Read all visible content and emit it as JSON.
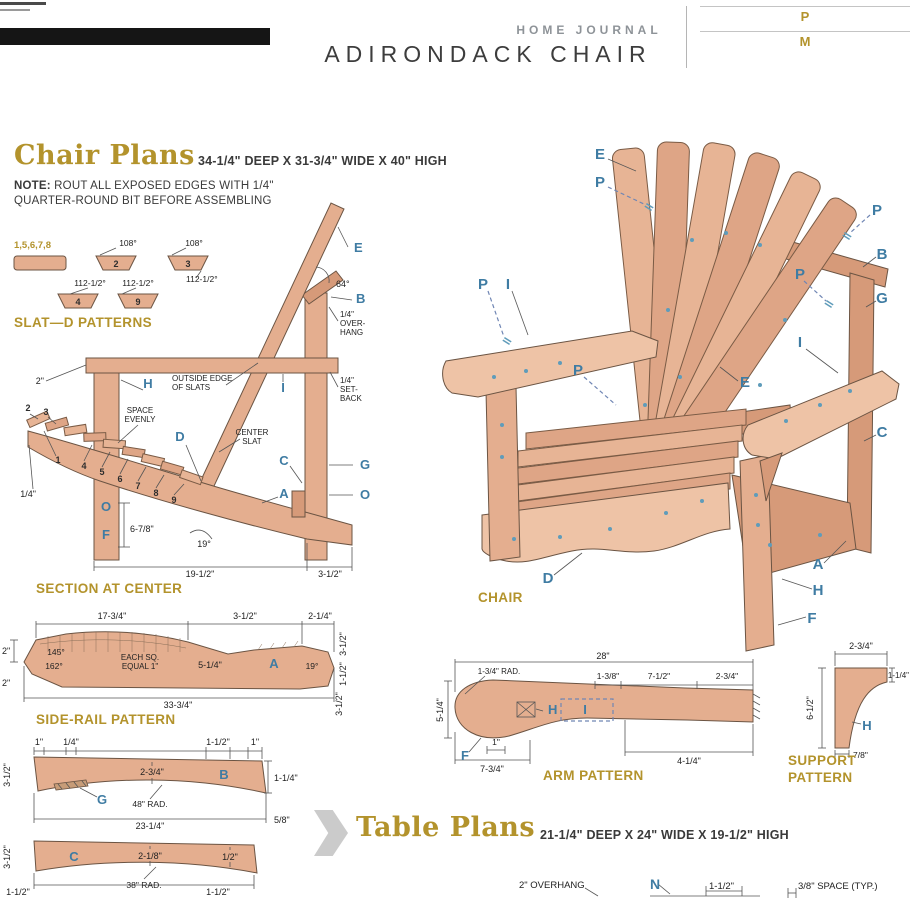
{
  "colors": {
    "accent_gold": "#b3932c",
    "callout_blue": "#3f7ca3",
    "wood_light": "#eec3a6",
    "wood_mid": "#e4ae8f",
    "wood_dark": "#d69a79",
    "ink": "#2d2d2d"
  },
  "header": {
    "brand": "HOME JOURNAL",
    "title": "ADIRONDACK CHAIR",
    "marker_p": "P",
    "marker_m": "M"
  },
  "chair_plans": {
    "title": "Chair Plans",
    "dimensions": "34-1/4\" DEEP X 31-3/4\" WIDE X 40\" HIGH",
    "note_label": "NOTE:",
    "note_rest": " ROUT ALL EXPOSED EDGES WITH 1/4\"",
    "note_line2": "QUARTER-ROUND BIT BEFORE ASSEMBLING"
  },
  "slat_patterns": {
    "label": "SLAT—D PATTERNS",
    "group": "1,5,6,7,8",
    "n2": "2",
    "n3": "3",
    "n4": "4",
    "n9": "9",
    "a108a": "108°",
    "a108b": "108°",
    "a112a": "112-1/2°",
    "a112b": "112-1/2°",
    "a112c": "112-1/2°"
  },
  "section": {
    "label": "SECTION AT CENTER",
    "E": "E",
    "B": "B",
    "H": "H",
    "I": "I",
    "D": "D",
    "C": "C",
    "A": "A",
    "G": "G",
    "O1": "O",
    "O2": "O",
    "F": "F",
    "a64": "64°",
    "overhang1": "1/4\"",
    "overhang2": "OVER-",
    "overhang3": "HANG",
    "outside1": "OUTSIDE EDGE",
    "outside2": "OF SLATS",
    "setback1": "1/4\"",
    "setback2": "SET-",
    "setback3": "BACK",
    "space1": "SPACE",
    "space2": "EVENLY",
    "center1": "CENTER",
    "center2": "SLAT",
    "d2": "2\"",
    "n1": "1",
    "n2": "2",
    "n3": "3",
    "n4": "4",
    "n5": "5",
    "n6": "6",
    "n7": "7",
    "n8": "8",
    "n9": "9",
    "dquarter": "1/4\"",
    "d678": "6-7/8\"",
    "a19": "19°",
    "d1912": "19-1/2\"",
    "d312": "3-1/2\""
  },
  "side_rail": {
    "label": "SIDE-RAIL PATTERN",
    "d1734": "17-3/4\"",
    "d312top": "3-1/2\"",
    "d214": "2-1/4\"",
    "d2top": "2\"",
    "d2bot": "2\"",
    "a145": "145°",
    "a162": "162°",
    "sq1": "EACH SQ.",
    "sq2": "EQUAL 1\"",
    "d514": "5-1/4\"",
    "A": "A",
    "a19": "19°",
    "d3334": "33-3/4\"",
    "d312right": "3-1/2\"",
    "d112right": "1-1/2\"",
    "d312bot": "3-1/2\""
  },
  "legs": {
    "B": "B",
    "G": "G",
    "C": "C",
    "d1a": "1\"",
    "dquarter": "1/4\"",
    "d112top": "1-1/2\"",
    "d1b": "1\"",
    "d234": "2-3/4\"",
    "rad48": "48\" RAD.",
    "d2314": "23-1/4\"",
    "d58": "5/8\"",
    "d114": "1-1/4\"",
    "d312b": "3-1/2\"",
    "d312c": "3-1/2\"",
    "d218": "2-1/8\"",
    "d12": "1/2\"",
    "rad38": "38\" RAD.",
    "d112bot": "1-1/2\"",
    "d112botleft": "1-1/2\""
  },
  "chair": {
    "label": "CHAIR",
    "E1": "E",
    "P1": "P",
    "P2": "P",
    "B": "B",
    "P3": "P",
    "I1": "I",
    "P4": "P",
    "G": "G",
    "I2": "I",
    "P5": "P",
    "E2": "E",
    "C": "C",
    "A": "A",
    "H": "H",
    "D": "D",
    "F": "F"
  },
  "arm": {
    "label": "ARM PATTERN",
    "d28": "28\"",
    "rad134": "1-3/4\" RAD.",
    "d138": "1-3/8\"",
    "d712": "7-1/2\"",
    "d234": "2-3/4\"",
    "d514": "5-1/4\"",
    "H": "H",
    "I": "I",
    "F": "F",
    "d1": "1\"",
    "d734": "7-3/4\"",
    "d414": "4-1/4\""
  },
  "support": {
    "label1": "SUPPORT",
    "label2": "PATTERN",
    "d234": "2-3/4\"",
    "d114": "1-1/4\"",
    "d612": "6-1/2\"",
    "H": "H",
    "d78": "7/8\""
  },
  "table_plans": {
    "title": "Table Plans",
    "dimensions": "21-1/4\" DEEP X 24\" WIDE X 19-1/2\" HIGH",
    "overhang": "2\" OVERHANG",
    "N": "N",
    "d112": "1-1/2\"",
    "spacing": "3/8\" SPACE (TYP.)"
  }
}
